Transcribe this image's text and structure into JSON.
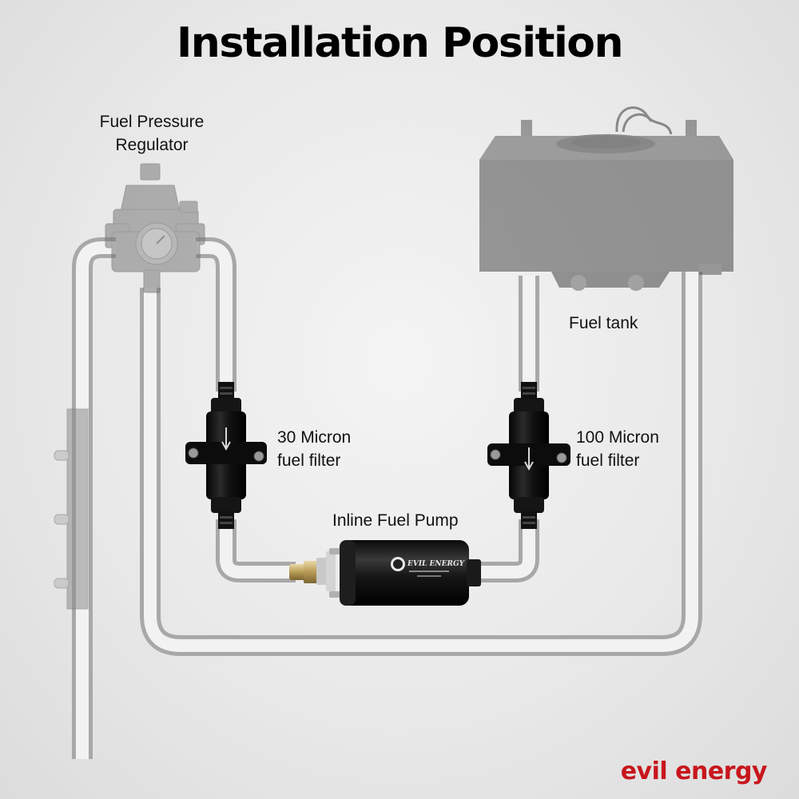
{
  "title": "Installation Position",
  "labels": {
    "regulator_line1": "Fuel Pressure",
    "regulator_line2": "Regulator",
    "fuel_tank": "Fuel tank",
    "filter30_line1": "30 Micron",
    "filter30_line2": "fuel filter",
    "filter100_line1": "100 Micron",
    "filter100_line2": "fuel filter",
    "pump": "Inline Fuel Pump"
  },
  "pump_text": "EVIL ENERGY",
  "brand": "evil energy",
  "colors": {
    "brand": "#c8161d",
    "background": "#e9e9e9",
    "component_black": "#141414",
    "faded_component": "#9a9a9a",
    "pipe_outline": "#a9a9a9",
    "pipe_fill": "#f2f2f2"
  }
}
